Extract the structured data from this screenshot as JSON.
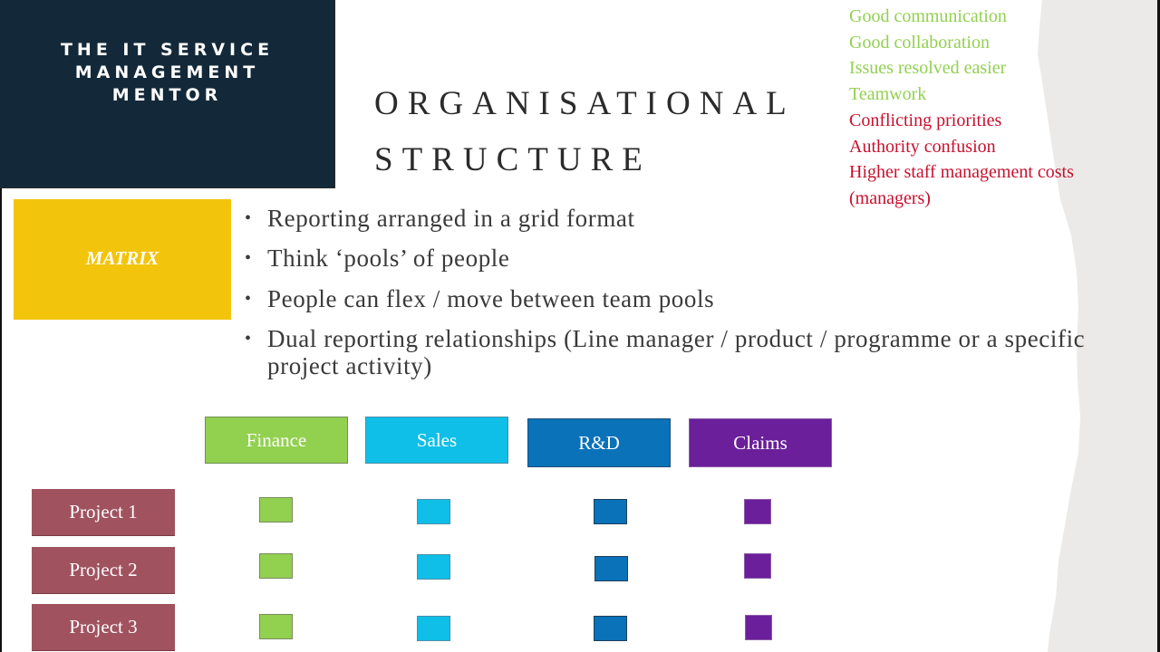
{
  "brand": {
    "lines": [
      "THE IT SERVICE",
      "MANAGEMENT",
      "MENTOR"
    ],
    "background": "#13293a"
  },
  "title": {
    "line1": "ORGANISATIONAL",
    "line2": "STRUCTURE"
  },
  "pros": [
    "Good communication",
    "Good collaboration",
    "Issues resolved easier",
    "Teamwork"
  ],
  "cons": [
    "Conflicting priorities",
    "Authority confusion",
    "Higher staff management costs",
    "(managers)"
  ],
  "colors": {
    "pro": "#92d050",
    "con": "#c8102e",
    "matrix": "#f2c40c",
    "project": "#a0525f"
  },
  "matrix_label": "MATRIX",
  "bullets": [
    "Reporting arranged in a grid format",
    "Think ‘pools’ of people",
    "People can flex / move between team pools",
    "Dual reporting relationships (Line manager / product / programme or a specific project activity)"
  ],
  "departments": [
    {
      "label": "Finance",
      "color": "#92d050"
    },
    {
      "label": "Sales",
      "color": "#0fbfe8"
    },
    {
      "label": "R&D",
      "color": "#0a72b8"
    },
    {
      "label": "Claims",
      "color": "#6b1f9a"
    }
  ],
  "projects": [
    {
      "label": "Project 1"
    },
    {
      "label": "Project 2"
    },
    {
      "label": "Project 3"
    }
  ]
}
